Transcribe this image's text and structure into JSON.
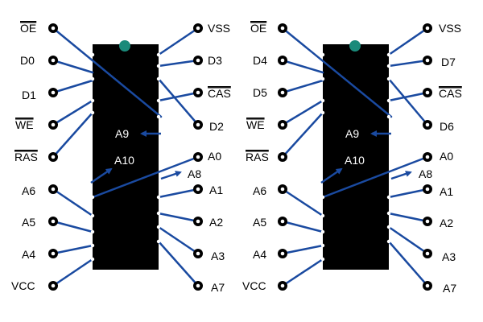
{
  "colors": {
    "wire": "#1a4aa0",
    "chip": "#000000",
    "notch": "#1a8a7a",
    "terminal_ring": "#000000",
    "terminal_center": "#ffffff",
    "chip_text": "#ffffff",
    "pin_text": "#000000"
  },
  "chips": [
    {
      "left_pins": [
        "OE",
        "D0",
        "D1",
        "WE",
        "RAS",
        "A6",
        "A5",
        "A4",
        "VCC"
      ],
      "right_pins": [
        "VSS",
        "D3",
        "CAS",
        "D2",
        "A0",
        "A8",
        "A1",
        "A2",
        "A3",
        "A7"
      ],
      "internal": {
        "a9": "A9",
        "a10": "A10"
      }
    },
    {
      "left_pins": [
        "OE",
        "D4",
        "D5",
        "WE",
        "RAS",
        "A6",
        "A5",
        "A4",
        "VCC"
      ],
      "right_pins": [
        "VSS",
        "D7",
        "CAS",
        "D6",
        "A0",
        "A8",
        "A1",
        "A2",
        "A3",
        "A7"
      ],
      "internal": {
        "a9": "A9",
        "a10": "A10"
      }
    }
  ]
}
